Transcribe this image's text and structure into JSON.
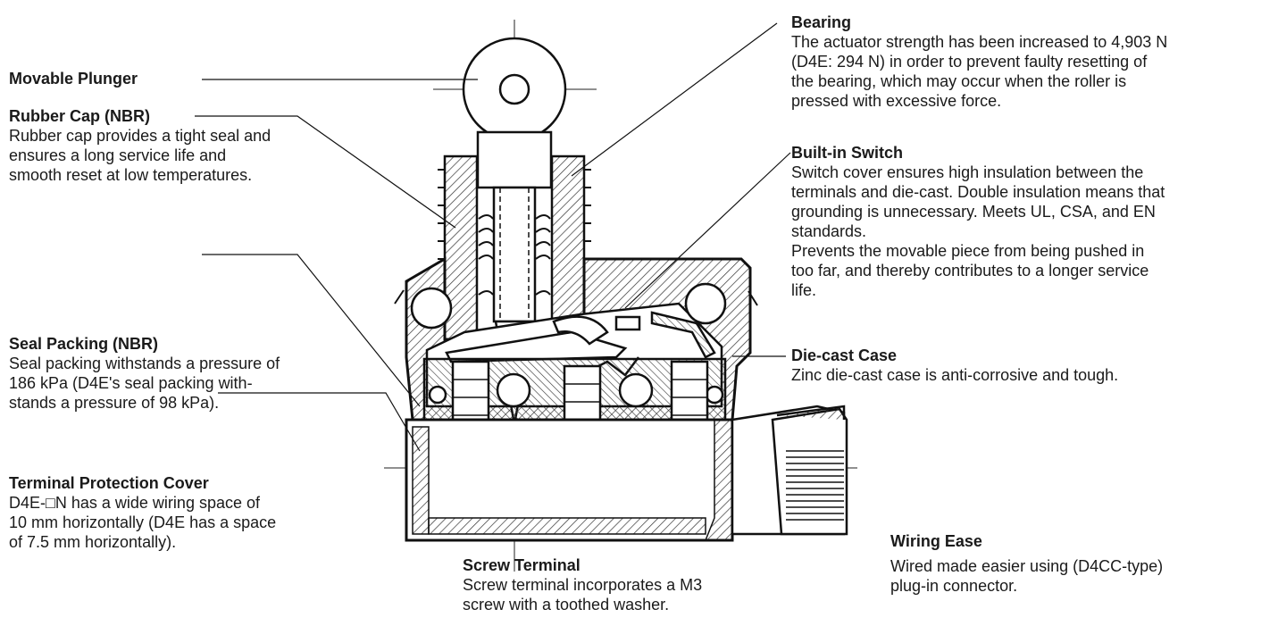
{
  "callouts": {
    "movable_plunger": {
      "title": "Movable Plunger",
      "body": ""
    },
    "rubber_cap": {
      "title": "Rubber Cap (NBR)",
      "body_lines": [
        "Rubber cap provides a tight seal and",
        "ensures a long service life and",
        "smooth reset at low temperatures."
      ]
    },
    "seal_packing": {
      "title": "Seal Packing (NBR)",
      "body_lines": [
        "Seal packing withstands a pressure of",
        "186 kPa (D4E's seal packing with-",
        "stands a pressure of 98 kPa)."
      ]
    },
    "terminal_protection": {
      "title": "Terminal Protection Cover",
      "body_lines": [
        "D4E-□N has a wide wiring space of",
        "10 mm horizontally (D4E has a space",
        "of 7.5 mm horizontally)."
      ]
    },
    "bearing": {
      "title": "Bearing",
      "body_lines": [
        "The actuator strength has been increased to 4,903 N",
        "(D4E: 294 N) in order to prevent faulty resetting of",
        "the bearing, which may occur when the roller is",
        "pressed with excessive force."
      ]
    },
    "built_in_switch": {
      "title": "Built-in Switch",
      "body_lines": [
        "Switch cover ensures high insulation between the",
        "terminals and die-cast. Double insulation means that",
        "grounding is unnecessary. Meets UL, CSA, and EN",
        "standards.",
        "Prevents the movable piece from being pushed in",
        "too far, and thereby contributes to a longer service",
        "life."
      ]
    },
    "die_cast_case": {
      "title": "Die-cast Case",
      "body_lines": [
        "Zinc die-cast case is anti-corrosive and tough."
      ]
    },
    "screw_terminal": {
      "title": "Screw Terminal",
      "body_lines": [
        "Screw terminal incorporates a M3",
        "screw with a toothed washer."
      ]
    },
    "wiring_ease": {
      "title": "Wiring Ease",
      "body_lines": [
        "Wired made easier using (D4CC-type)",
        "plug-in connector."
      ]
    }
  },
  "colors": {
    "ink": "#1a1a1a",
    "hatch": "#333333",
    "background": "#ffffff"
  }
}
